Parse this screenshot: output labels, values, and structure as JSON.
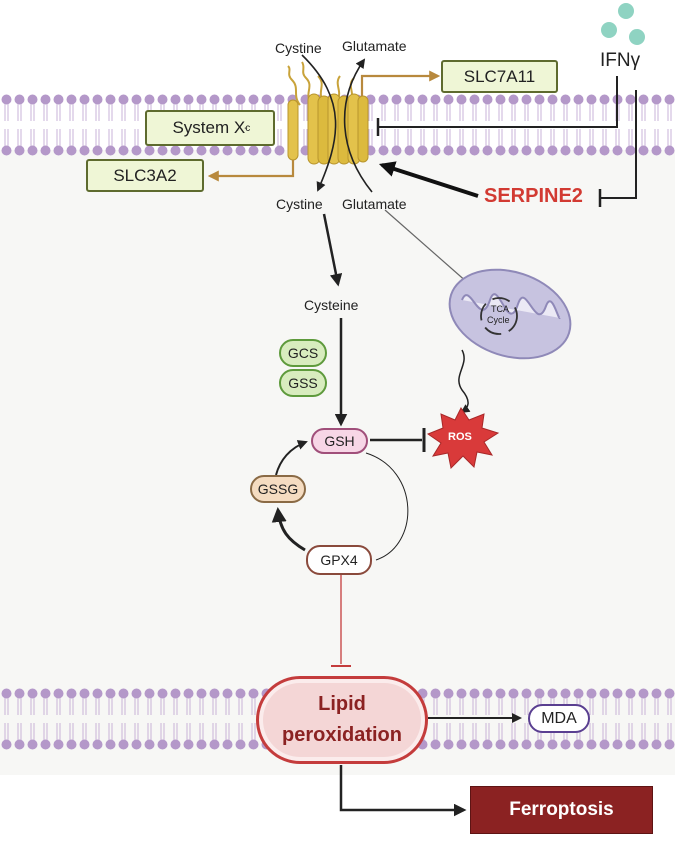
{
  "labels": {
    "cystine_top": "Cystine",
    "glutamate_top": "Glutamate",
    "cystine_bottom": "Cystine",
    "glutamate_bottom": "Glutamate",
    "cysteine": "Cysteine",
    "ifn": "IFNγ",
    "serpine2": "SERPINE2",
    "tca_line1": "TCA",
    "tca_line2": "Cycle",
    "ros": "ROS"
  },
  "boxes": {
    "slc7a11": "SLC7A11",
    "system_xc_main": "System X",
    "system_xc_sub": "c",
    "system_xc_sup": "-",
    "slc3a2": "SLC3A2",
    "gcs": "GCS",
    "gss": "GSS",
    "gsh": "GSH",
    "gssg": "GSSG",
    "gpx4": "GPX4",
    "lipid_line1": "Lipid",
    "lipid_line2": "peroxidation",
    "mda": "MDA",
    "ferroptosis": "Ferroptosis"
  },
  "colors": {
    "membrane": "#b498c9",
    "transporter": "#e3c24b",
    "arrow_gold": "#b8893d",
    "serpine": "#d23a32",
    "ros": "#d93a3a",
    "ferroptosis": "#8b2222",
    "lipid_border": "#c43c3c",
    "mito": "#c7c3e0"
  }
}
